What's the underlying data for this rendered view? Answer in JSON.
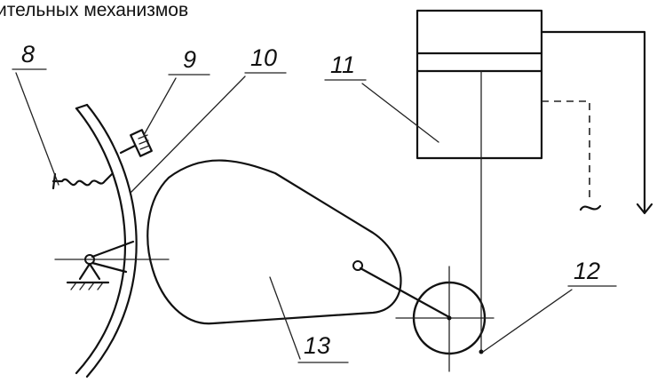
{
  "caption": "ительных механизмов",
  "labels": {
    "l8": "8",
    "l9": "9",
    "l10": "10",
    "l11": "11",
    "l12": "12",
    "l13": "13"
  }
}
